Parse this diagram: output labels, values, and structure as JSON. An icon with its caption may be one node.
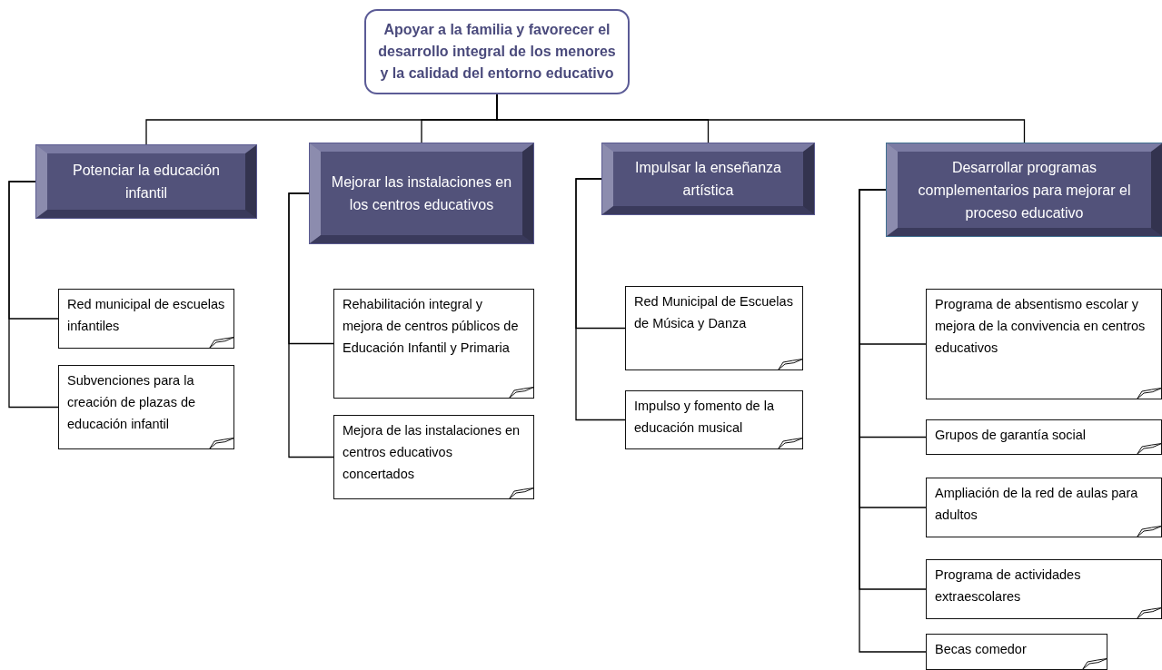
{
  "diagram": {
    "nodes": [
      {
        "text": [
          "Apoyar a la familia y  favorecer el desarrollo integral de los menores y la calidad del entorno educativo"
        ]
      },
      {
        "text": [
          "Potenciar la educación infantil"
        ]
      },
      {
        "text": [
          "Mejorar las instalaciones en los centros educativos"
        ]
      },
      {
        "text": [
          "Impulsar la enseñanza artística"
        ]
      },
      {
        "text": [
          "Desarrollar programas complementarios para mejorar el proceso educativo"
        ]
      },
      {
        "text": [
          "Red municipal de escuelas infantiles"
        ]
      },
      {
        "text": [
          "Subvenciones para la creación de plazas de educación infantil"
        ]
      },
      {
        "text": [
          "Rehabilitación integral y mejora de centros públicos de Educación Infantil y Primaria"
        ]
      },
      {
        "text": [
          "Mejora de las instalaciones en centros educativos concertados"
        ]
      },
      {
        "text": [
          "Red Municipal de Escuelas de Música y Danza"
        ]
      },
      {
        "text": [
          "Impulso y fomento de la educación musical"
        ]
      },
      {
        "text": [
          "Programa de absentismo escolar y mejora de la convivencia en centros educativos"
        ]
      },
      {
        "text": [
          "Grupos de garantía social"
        ]
      },
      {
        "text": [
          "Ampliación de la red de aulas para adultos"
        ]
      },
      {
        "text": [
          "Programa de actividades extraescolares"
        ]
      },
      {
        "text": [
          "Becas comedor"
        ]
      }
    ],
    "edges": [
      {
        "from": 0,
        "to": 1,
        "arrow": "none"
      },
      {
        "from": 0,
        "to": 2,
        "arrow": "none"
      },
      {
        "from": 0,
        "to": 3,
        "arrow": "none"
      },
      {
        "from": 0,
        "to": 4,
        "arrow": "none"
      },
      {
        "from": 1,
        "to": 5,
        "arrow": "none"
      },
      {
        "from": 1,
        "to": 6,
        "arrow": "none"
      },
      {
        "from": 2,
        "to": 7,
        "arrow": "none"
      },
      {
        "from": 2,
        "to": 8,
        "arrow": "none"
      },
      {
        "from": 3,
        "to": 9,
        "arrow": "none"
      },
      {
        "from": 3,
        "to": 10,
        "arrow": "none"
      },
      {
        "from": 4,
        "to": 11,
        "arrow": "none"
      },
      {
        "from": 4,
        "to": 12,
        "arrow": "none"
      },
      {
        "from": 4,
        "to": 13,
        "arrow": "none"
      },
      {
        "from": 4,
        "to": 14,
        "arrow": "none"
      },
      {
        "from": 4,
        "to": 15,
        "arrow": "none"
      }
    ]
  }
}
